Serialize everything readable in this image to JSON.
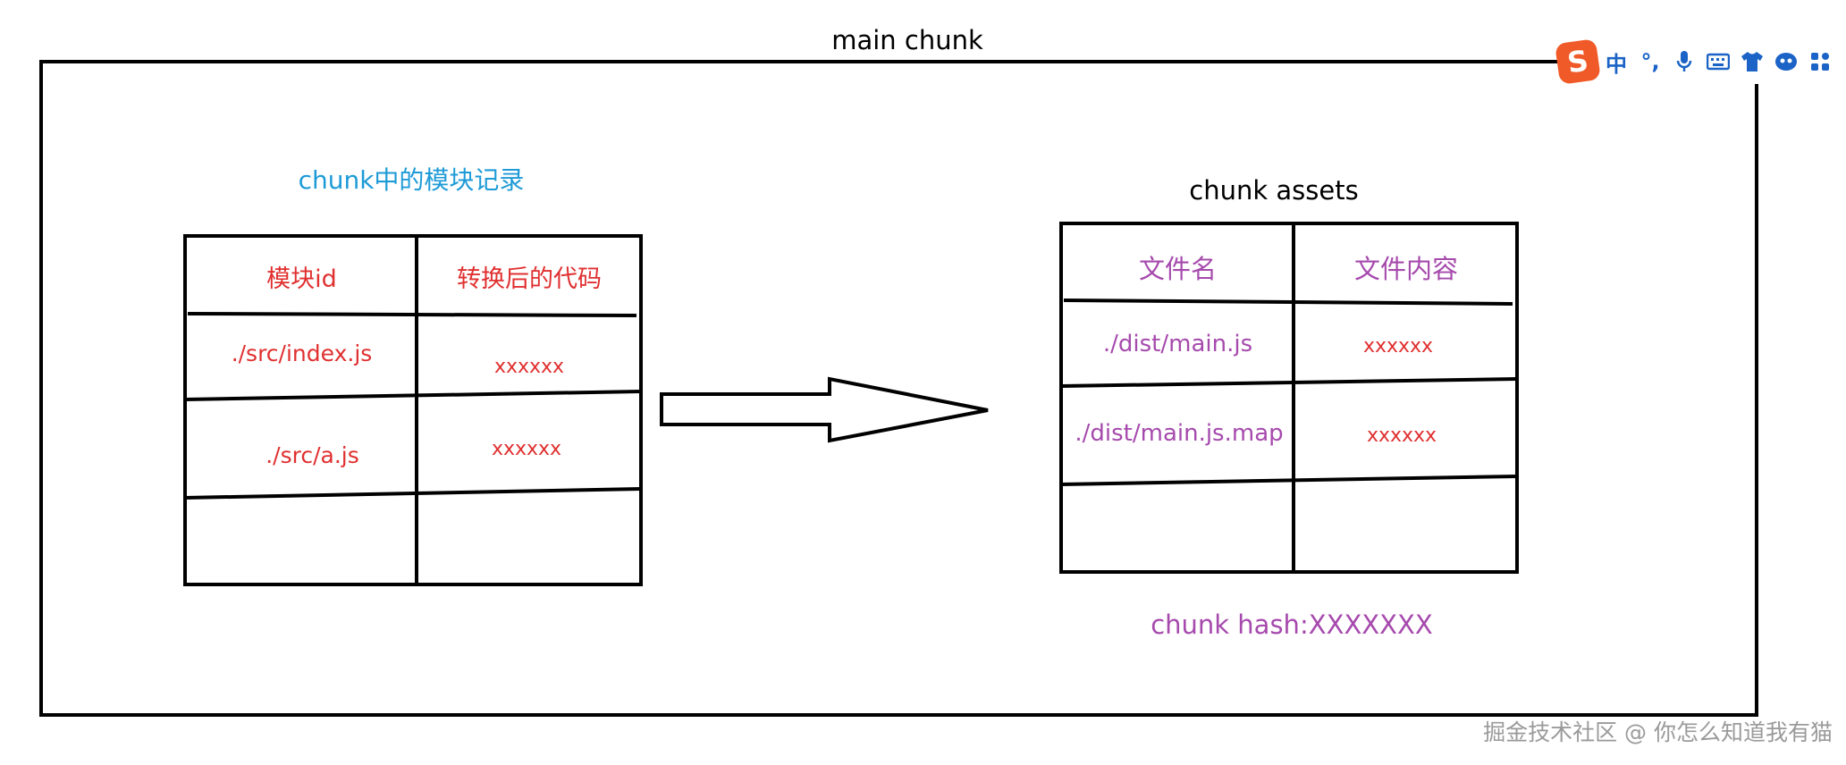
{
  "title": "main chunk",
  "left_caption": "chunk中的模块记录",
  "right_caption": "chunk assets",
  "hash_text": "chunk hash:XXXXXXX",
  "watermark": "掘金技术社区 @ 你怎么知道我有猫",
  "left_table": {
    "headers": [
      "模块id",
      "转换后的代码"
    ],
    "rows": [
      [
        "./src/index.js",
        "xxxxxx"
      ],
      [
        "./src/a.js",
        "xxxxxx"
      ],
      [
        "",
        ""
      ]
    ]
  },
  "right_table": {
    "headers": [
      "文件名",
      "文件内容"
    ],
    "rows": [
      [
        "./dist/main.js",
        "xxxxxx"
      ],
      [
        "./dist/main.js.map",
        "xxxxxx"
      ],
      [
        "",
        ""
      ]
    ]
  },
  "ime_toolbar": {
    "logo": "S",
    "items": [
      "中",
      "°,",
      "mic-icon",
      "keyboard-icon",
      "shirt-icon",
      "face-icon",
      "grid-icon"
    ]
  },
  "colors": {
    "caption_blue": "#1e9bd7",
    "text_red": "#e03030",
    "text_purple": "#a64aad",
    "ime_orange": "#f05a28",
    "ime_blue": "#1b63c6"
  }
}
